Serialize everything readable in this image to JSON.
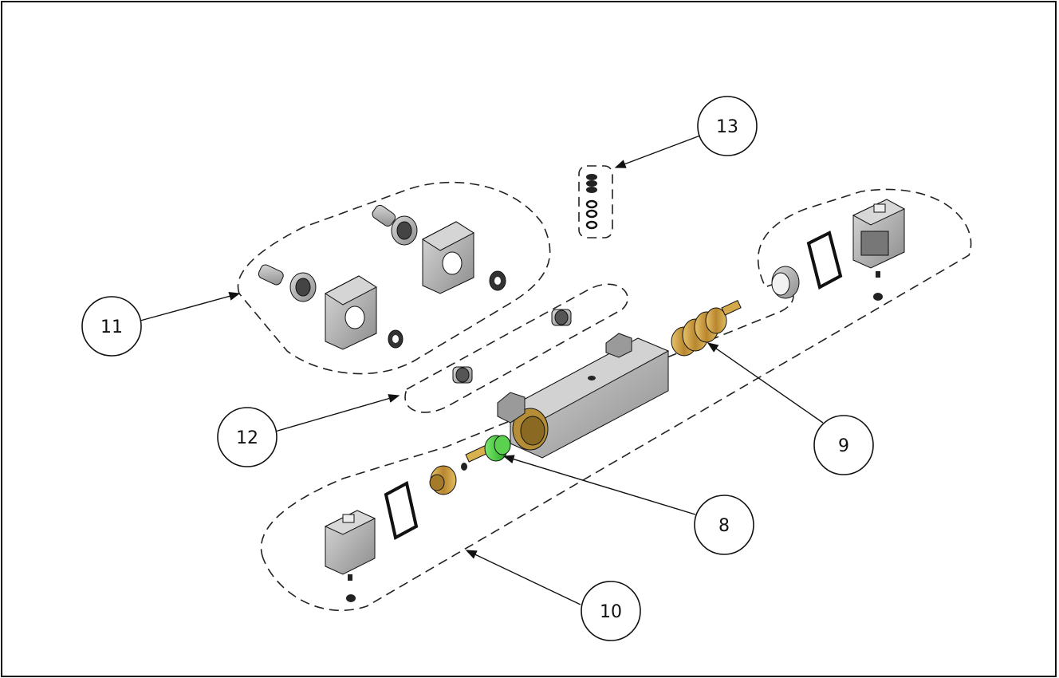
{
  "callouts": [
    {
      "id": "8",
      "label": "8"
    },
    {
      "id": "9",
      "label": "9"
    },
    {
      "id": "10",
      "label": "10"
    },
    {
      "id": "11",
      "label": "11"
    },
    {
      "id": "12",
      "label": "12"
    },
    {
      "id": "13",
      "label": "13"
    }
  ],
  "colors": {
    "brass": "#c9a04a",
    "brass_dark": "#8a6a22",
    "steel": "#b8b8b8",
    "steel_dark": "#7a7a7a",
    "green_cartridge": "#3ec43a",
    "outline": "#111111"
  }
}
